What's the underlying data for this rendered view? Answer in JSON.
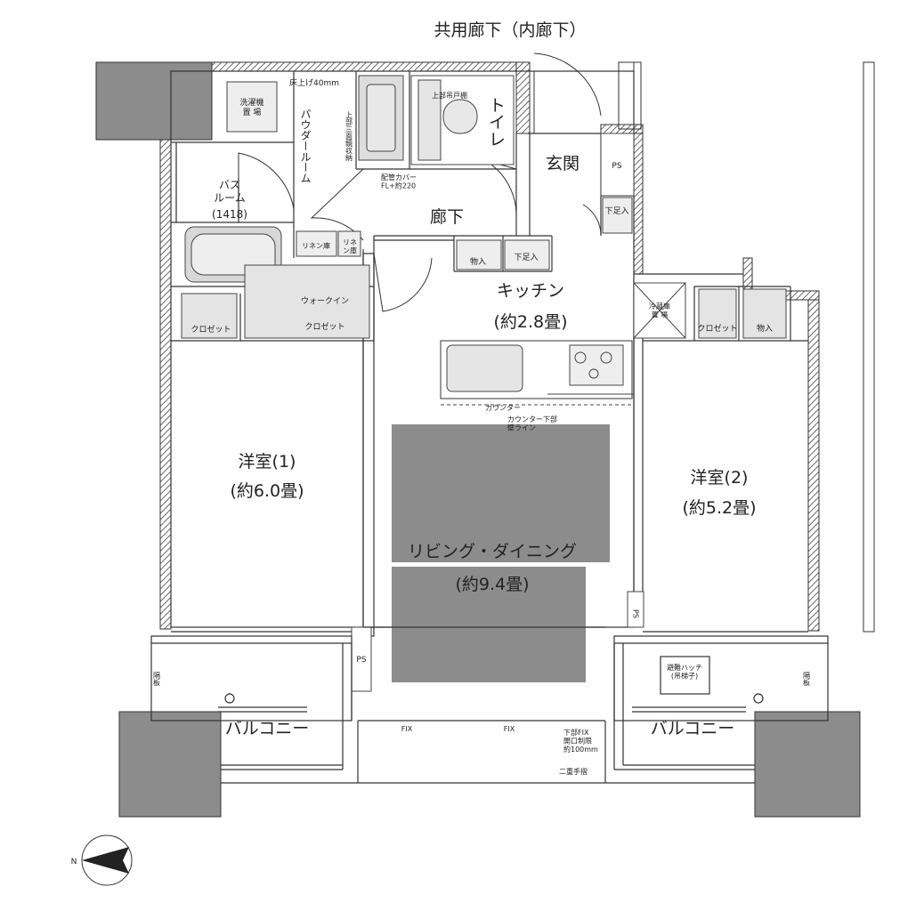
{
  "header": {
    "corridor": "共用廊下（内廊下）"
  },
  "rooms": {
    "toilet": "トイレ",
    "entrance": "玄関",
    "hallway": "廊下",
    "powder_room": "パウダールーム",
    "bathroom": {
      "name": "バス\nルーム",
      "size": "(1418)"
    },
    "kitchen": {
      "name": "キッチン",
      "area": "(約2.8畳)"
    },
    "western1": {
      "name": "洋室(1)",
      "area": "(約6.0畳)"
    },
    "western2": {
      "name": "洋室(2)",
      "area": "(約5.2畳)"
    },
    "living": {
      "name": "リビング・ダイニング",
      "area": "(約9.4畳)"
    },
    "balcony_left": "バルコニー",
    "balcony_right": "バルコニー"
  },
  "storage": {
    "laundry": "洗濯機\n置 場",
    "floor_raise": "床上げ40mm",
    "upper_storage": "上\n部\n三\n面\n鏡\n収\n納",
    "upper_shelf": "上部吊戸棚",
    "pipe_cover": "配管カバー\nFL+約220",
    "linen1": "リネン庫",
    "linen2": "リネ\nン庫",
    "storage1": "物入",
    "shoe1": "下足入",
    "shoe2": "下足入",
    "closet1": "クロゼット",
    "walkin_1": "ウォークイン",
    "walkin_2": "クロゼット",
    "fridge": "冷蔵庫\n置 場",
    "closet2": "クロゼット",
    "storage2": "物入",
    "ps1": "PS",
    "ps2": "PS",
    "ps3": "PS",
    "counter": "カウンター",
    "counter_line": "カウンター下部\n壁ライン",
    "partition_left": "隔\n板",
    "partition_right": "隔\n板",
    "evac_hatch": "避難ハッチ\n(吊梯子)",
    "fix1": "FIX",
    "fix2": "FIX",
    "lower_fix": "下部FIX\n開口制限\n約100mm",
    "double_rail": "二重手摺"
  },
  "compass": {
    "north": "N"
  }
}
